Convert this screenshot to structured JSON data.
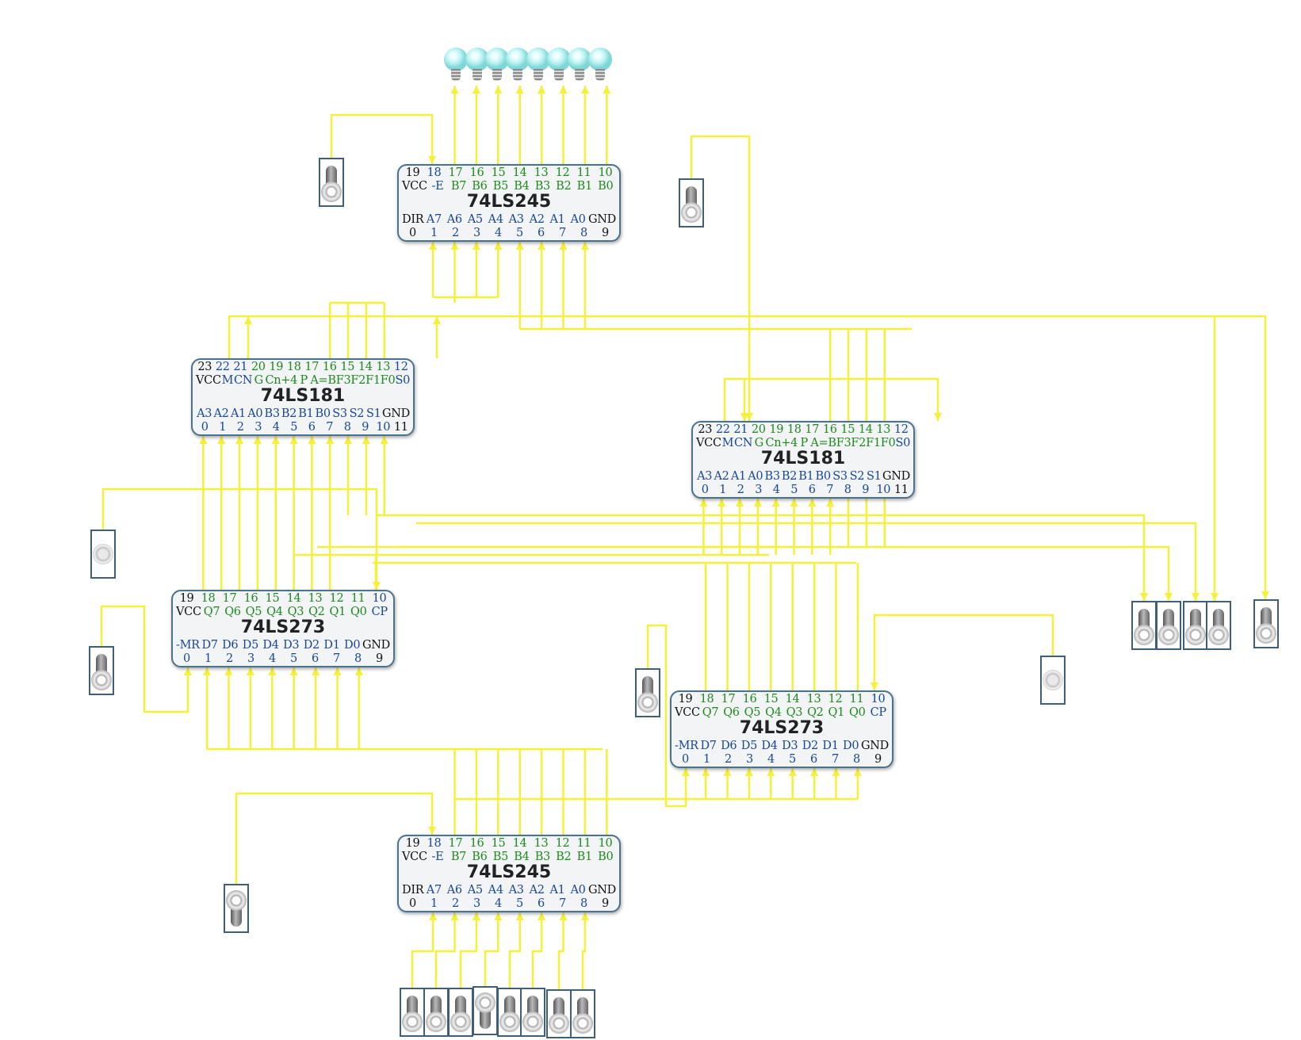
{
  "chips": [
    {
      "id": "u245-top",
      "name": "74LS245",
      "top_nums": [
        "19",
        "18",
        "17",
        "16",
        "15",
        "14",
        "13",
        "12",
        "11",
        "10"
      ],
      "top_labels": [
        "VCC",
        "-E",
        "B7",
        "B6",
        "B5",
        "B4",
        "B3",
        "B2",
        "B1",
        "B0"
      ],
      "bottom_labels": [
        "DIR",
        "A7",
        "A6",
        "A5",
        "A4",
        "A3",
        "A2",
        "A1",
        "A0",
        "GND"
      ],
      "bottom_nums": [
        "0",
        "1",
        "2",
        "3",
        "4",
        "5",
        "6",
        "7",
        "8",
        "9"
      ]
    },
    {
      "id": "u181-left",
      "name": "74LS181",
      "top_nums": [
        "23",
        "22",
        "21",
        "20",
        "19",
        "18",
        "17",
        "16",
        "15",
        "14",
        "13",
        "12"
      ],
      "top_labels": [
        "VCC",
        "M",
        "CN",
        "G",
        "Cn+4",
        "P",
        "A=B",
        "F3",
        "F2",
        "F1",
        "F0",
        "S0"
      ],
      "bottom_labels": [
        "A3",
        "A2",
        "A1",
        "A0",
        "B3",
        "B2",
        "B1",
        "B0",
        "S3",
        "S2",
        "S1",
        "GND"
      ],
      "bottom_nums": [
        "0",
        "1",
        "2",
        "3",
        "4",
        "5",
        "6",
        "7",
        "8",
        "9",
        "10",
        "11"
      ]
    },
    {
      "id": "u181-right",
      "name": "74LS181",
      "top_nums": [
        "23",
        "22",
        "21",
        "20",
        "19",
        "18",
        "17",
        "16",
        "15",
        "14",
        "13",
        "12"
      ],
      "top_labels": [
        "VCC",
        "M",
        "CN",
        "G",
        "Cn+4",
        "P",
        "A=B",
        "F3",
        "F2",
        "F1",
        "F0",
        "S0"
      ],
      "bottom_labels": [
        "A3",
        "A2",
        "A1",
        "A0",
        "B3",
        "B2",
        "B1",
        "B0",
        "S3",
        "S2",
        "S1",
        "GND"
      ],
      "bottom_nums": [
        "0",
        "1",
        "2",
        "3",
        "4",
        "5",
        "6",
        "7",
        "8",
        "9",
        "10",
        "11"
      ]
    },
    {
      "id": "u273-left",
      "name": "74LS273",
      "top_nums": [
        "19",
        "18",
        "17",
        "16",
        "15",
        "14",
        "13",
        "12",
        "11",
        "10"
      ],
      "top_labels": [
        "VCC",
        "Q7",
        "Q6",
        "Q5",
        "Q4",
        "Q3",
        "Q2",
        "Q1",
        "Q0",
        "CP"
      ],
      "bottom_labels": [
        "-MR",
        "D7",
        "D6",
        "D5",
        "D4",
        "D3",
        "D2",
        "D1",
        "D0",
        "GND"
      ],
      "bottom_nums": [
        "0",
        "1",
        "2",
        "3",
        "4",
        "5",
        "6",
        "7",
        "8",
        "9"
      ]
    },
    {
      "id": "u273-right",
      "name": "74LS273",
      "top_nums": [
        "19",
        "18",
        "17",
        "16",
        "15",
        "14",
        "13",
        "12",
        "11",
        "10"
      ],
      "top_labels": [
        "VCC",
        "Q7",
        "Q6",
        "Q5",
        "Q4",
        "Q3",
        "Q2",
        "Q1",
        "Q0",
        "CP"
      ],
      "bottom_labels": [
        "-MR",
        "D7",
        "D6",
        "D5",
        "D4",
        "D3",
        "D2",
        "D1",
        "D0",
        "GND"
      ],
      "bottom_nums": [
        "0",
        "1",
        "2",
        "3",
        "4",
        "5",
        "6",
        "7",
        "8",
        "9"
      ]
    },
    {
      "id": "u245-bottom",
      "name": "74LS245",
      "top_nums": [
        "19",
        "18",
        "17",
        "16",
        "15",
        "14",
        "13",
        "12",
        "11",
        "10"
      ],
      "top_labels": [
        "VCC",
        "-E",
        "B7",
        "B6",
        "B5",
        "B4",
        "B3",
        "B2",
        "B1",
        "B0"
      ],
      "bottom_labels": [
        "DIR",
        "A7",
        "A6",
        "A5",
        "A4",
        "A3",
        "A2",
        "A1",
        "A0",
        "GND"
      ],
      "bottom_nums": [
        "0",
        "1",
        "2",
        "3",
        "4",
        "5",
        "6",
        "7",
        "8",
        "9"
      ]
    }
  ],
  "switches": [
    {
      "id": "sw-245top-e",
      "state": "off"
    },
    {
      "id": "sw-181right-cn",
      "state": "off"
    },
    {
      "id": "sw-181left-cn",
      "state": "button"
    },
    {
      "id": "sw-273left-mr",
      "state": "off"
    },
    {
      "id": "sw-273right-mr",
      "state": "off"
    },
    {
      "id": "sw-273right-cp",
      "state": "button"
    },
    {
      "id": "sw-245bottom-e",
      "state": "on"
    },
    {
      "id": "sw-s3",
      "state": "off"
    },
    {
      "id": "sw-s2",
      "state": "off"
    },
    {
      "id": "sw-s1",
      "state": "off"
    },
    {
      "id": "sw-s0",
      "state": "off"
    },
    {
      "id": "sw-m",
      "state": "off"
    },
    {
      "id": "sw-in-7",
      "state": "off"
    },
    {
      "id": "sw-in-6",
      "state": "off"
    },
    {
      "id": "sw-in-5",
      "state": "off"
    },
    {
      "id": "sw-in-4",
      "state": "on"
    },
    {
      "id": "sw-in-3",
      "state": "off"
    },
    {
      "id": "sw-in-2",
      "state": "off"
    },
    {
      "id": "sw-in-1",
      "state": "off"
    },
    {
      "id": "sw-in-0",
      "state": "off"
    }
  ],
  "lamps": [
    {
      "id": "lamp-7",
      "state": "lit"
    },
    {
      "id": "lamp-6",
      "state": "lit"
    },
    {
      "id": "lamp-5",
      "state": "lit"
    },
    {
      "id": "lamp-4",
      "state": "lit"
    },
    {
      "id": "lamp-3",
      "state": "lit"
    },
    {
      "id": "lamp-2",
      "state": "lit"
    },
    {
      "id": "lamp-1",
      "state": "lit"
    },
    {
      "id": "lamp-0",
      "state": "lit"
    }
  ],
  "colors": {
    "wire": "#f5f03a",
    "chip_border": "#4a7291",
    "chip_fill": "#f3f4f5",
    "pin_blue": "#16479a",
    "pin_green": "#1d8a1d",
    "switch_border": "#3d5f78"
  }
}
